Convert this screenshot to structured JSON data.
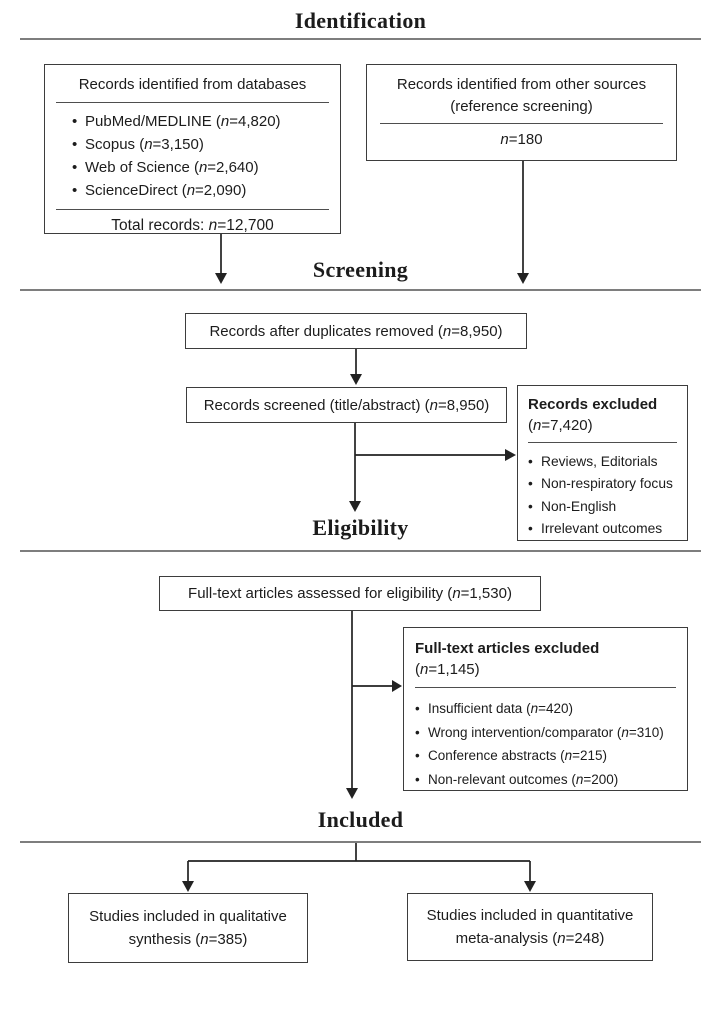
{
  "headings": {
    "identification": "Identification",
    "screening": "Screening",
    "eligibility": "Eligibility",
    "included": "Included"
  },
  "boxes": {
    "databases": {
      "title": "Records identified from databases",
      "items": [
        "PubMed/MEDLINE (*n*=4,820)",
        "Scopus (*n*=3,150)",
        "Web of Science (*n*=2,640)",
        "ScienceDirect (*n*=2,090)"
      ],
      "total": "Total records: *n*=12,700"
    },
    "other_sources": {
      "title": "Records identified from other sources",
      "subtitle": "(reference screening)",
      "count": "*n*=180"
    },
    "duplicates_removed": {
      "text": "Records after duplicates removed (*n*=8,950)"
    },
    "records_screened": {
      "text": "Records screened (title/abstract) (*n*=8,950)"
    },
    "records_excluded": {
      "title": "Records excluded",
      "count": "(*n*=7,420)",
      "items": [
        "Reviews, Editorials",
        "Non-respiratory focus",
        "Non-English",
        "Irrelevant outcomes"
      ]
    },
    "fulltext_assessed": {
      "text": "Full-text articles assessed for eligibility (*n*=1,530)"
    },
    "fulltext_excluded": {
      "title": "Full-text articles excluded",
      "count": "(*n*=1,145)",
      "items": [
        "Insufficient data (*n*=420)",
        "Wrong intervention/comparator (*n*=310)",
        "Conference abstracts (*n*=215)",
        "Non-relevant outcomes (*n*=200)"
      ]
    },
    "qualitative_synthesis": {
      "text": "Studies included in qualitative synthesis (*n*=385)"
    },
    "quantitative_meta": {
      "text": "Studies included in quantitative meta-analysis (*n*=248)"
    }
  },
  "colors": {
    "text": "#1c1c1c",
    "box_border": "#3d3d3d",
    "rule": "#7e7e7e",
    "arrow": "#222222",
    "background": "#ffffff"
  }
}
